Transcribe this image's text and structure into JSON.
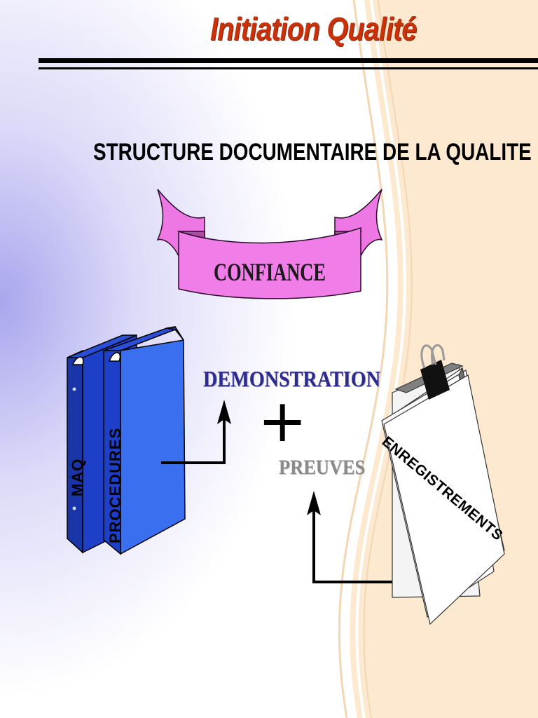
{
  "header": {
    "title": "Initiation Qualité"
  },
  "diagram": {
    "heading": "STRUCTURE DOCUMENTAIRE DE LA QUALITE",
    "banner_label": "CONFIANCE",
    "binder_front_label": "PROCEDURES",
    "binder_back_label": "MAQ",
    "demonstration_label": "DEMONSTRATION",
    "plus_symbol": "+",
    "preuves_label": "PREUVES",
    "records_label": "ENREGISTREMENTS"
  },
  "colors": {
    "title": "#c8320a",
    "banner": "#f07de8",
    "binder_front": "#3a6ff0",
    "binder_back": "#1e3fc8",
    "demonstration": "#2e2c8a",
    "preuves": "#8a8a8a",
    "right_panel": "#fde9cf"
  }
}
